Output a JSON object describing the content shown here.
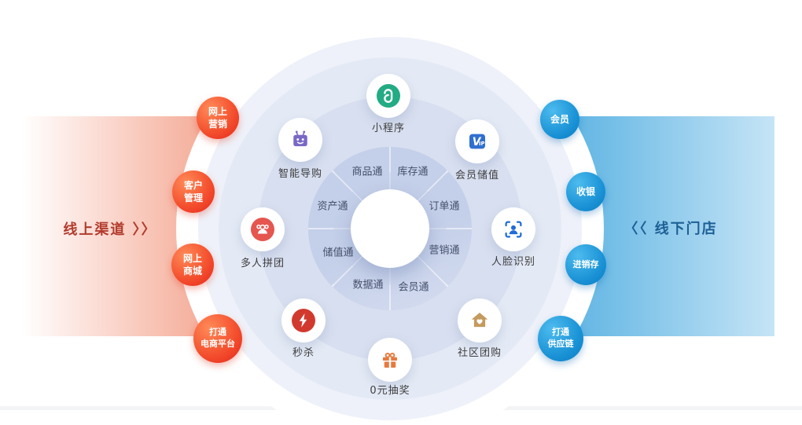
{
  "page": {
    "background": "#ffffff",
    "footer_strip_color": "#f3f4f6"
  },
  "left_channel": {
    "title": "线上渠道 〉〉",
    "title_color": "#b23a2c",
    "band_gradient": [
      "rgba(255,255,255,0)",
      "#e85a43"
    ],
    "bubble_gradient": [
      "#ff8050",
      "#e6261b"
    ],
    "bubbles": [
      {
        "label": "网上营销",
        "lines": [
          "网上",
          "营销"
        ]
      },
      {
        "label": "客户管理",
        "lines": [
          "客户",
          "管理"
        ]
      },
      {
        "label": "网上商城",
        "lines": [
          "网上",
          "商城"
        ]
      },
      {
        "label": "打通电商平台",
        "lines": [
          "打通",
          "电商平台"
        ]
      }
    ]
  },
  "right_channel": {
    "title": "〈〈 线下门店",
    "title_color": "#1d5f95",
    "band_gradient": [
      "#1e91d3",
      "#c6e4f6"
    ],
    "bubble_gradient": [
      "#42b5ea",
      "#0a7cc4"
    ],
    "bubbles": [
      {
        "label": "会员",
        "lines": [
          "会员"
        ]
      },
      {
        "label": "收银",
        "lines": [
          "收银"
        ]
      },
      {
        "label": "进销存",
        "lines": [
          "进销存"
        ]
      },
      {
        "label": "打通供应链",
        "lines": [
          "打通",
          "供应链"
        ]
      }
    ]
  },
  "core": {
    "ring_colors": {
      "outer": "#eef1f9",
      "second": "#e4eaf5",
      "third": "#d8dff0",
      "label_ring": "#c4cfe9",
      "hub": "#ffffff"
    },
    "label_color": "#44506b",
    "labels": [
      "商品通",
      "库存通",
      "资产通",
      "订单通",
      "储值通",
      "营销通",
      "数据通",
      "会员通"
    ]
  },
  "features": [
    {
      "label": "小程序",
      "icon": "miniprogram-icon",
      "color": "#23ab84"
    },
    {
      "label": "智能导购",
      "icon": "smart-guide-robot-icon",
      "color": "#7a68c5"
    },
    {
      "label": "会员储值",
      "icon": "vip-stored-value-icon",
      "color": "#2f6fd0",
      "glyph_main": "V",
      "glyph_sub": "IP"
    },
    {
      "label": "多人拼团",
      "icon": "group-buying-people-icon",
      "color": "#e5564f"
    },
    {
      "label": "人脸识别",
      "icon": "face-recognition-icon",
      "color": "#1f6cd5"
    },
    {
      "label": "秒杀",
      "icon": "flash-sale-lightning-icon",
      "color": "#d2392e"
    },
    {
      "label": "社区团购",
      "icon": "community-group-house-icon",
      "color": "#c49a5e"
    },
    {
      "label": "0元抽奖",
      "icon": "lucky-draw-gift-icon",
      "color": "#e8793e"
    }
  ]
}
